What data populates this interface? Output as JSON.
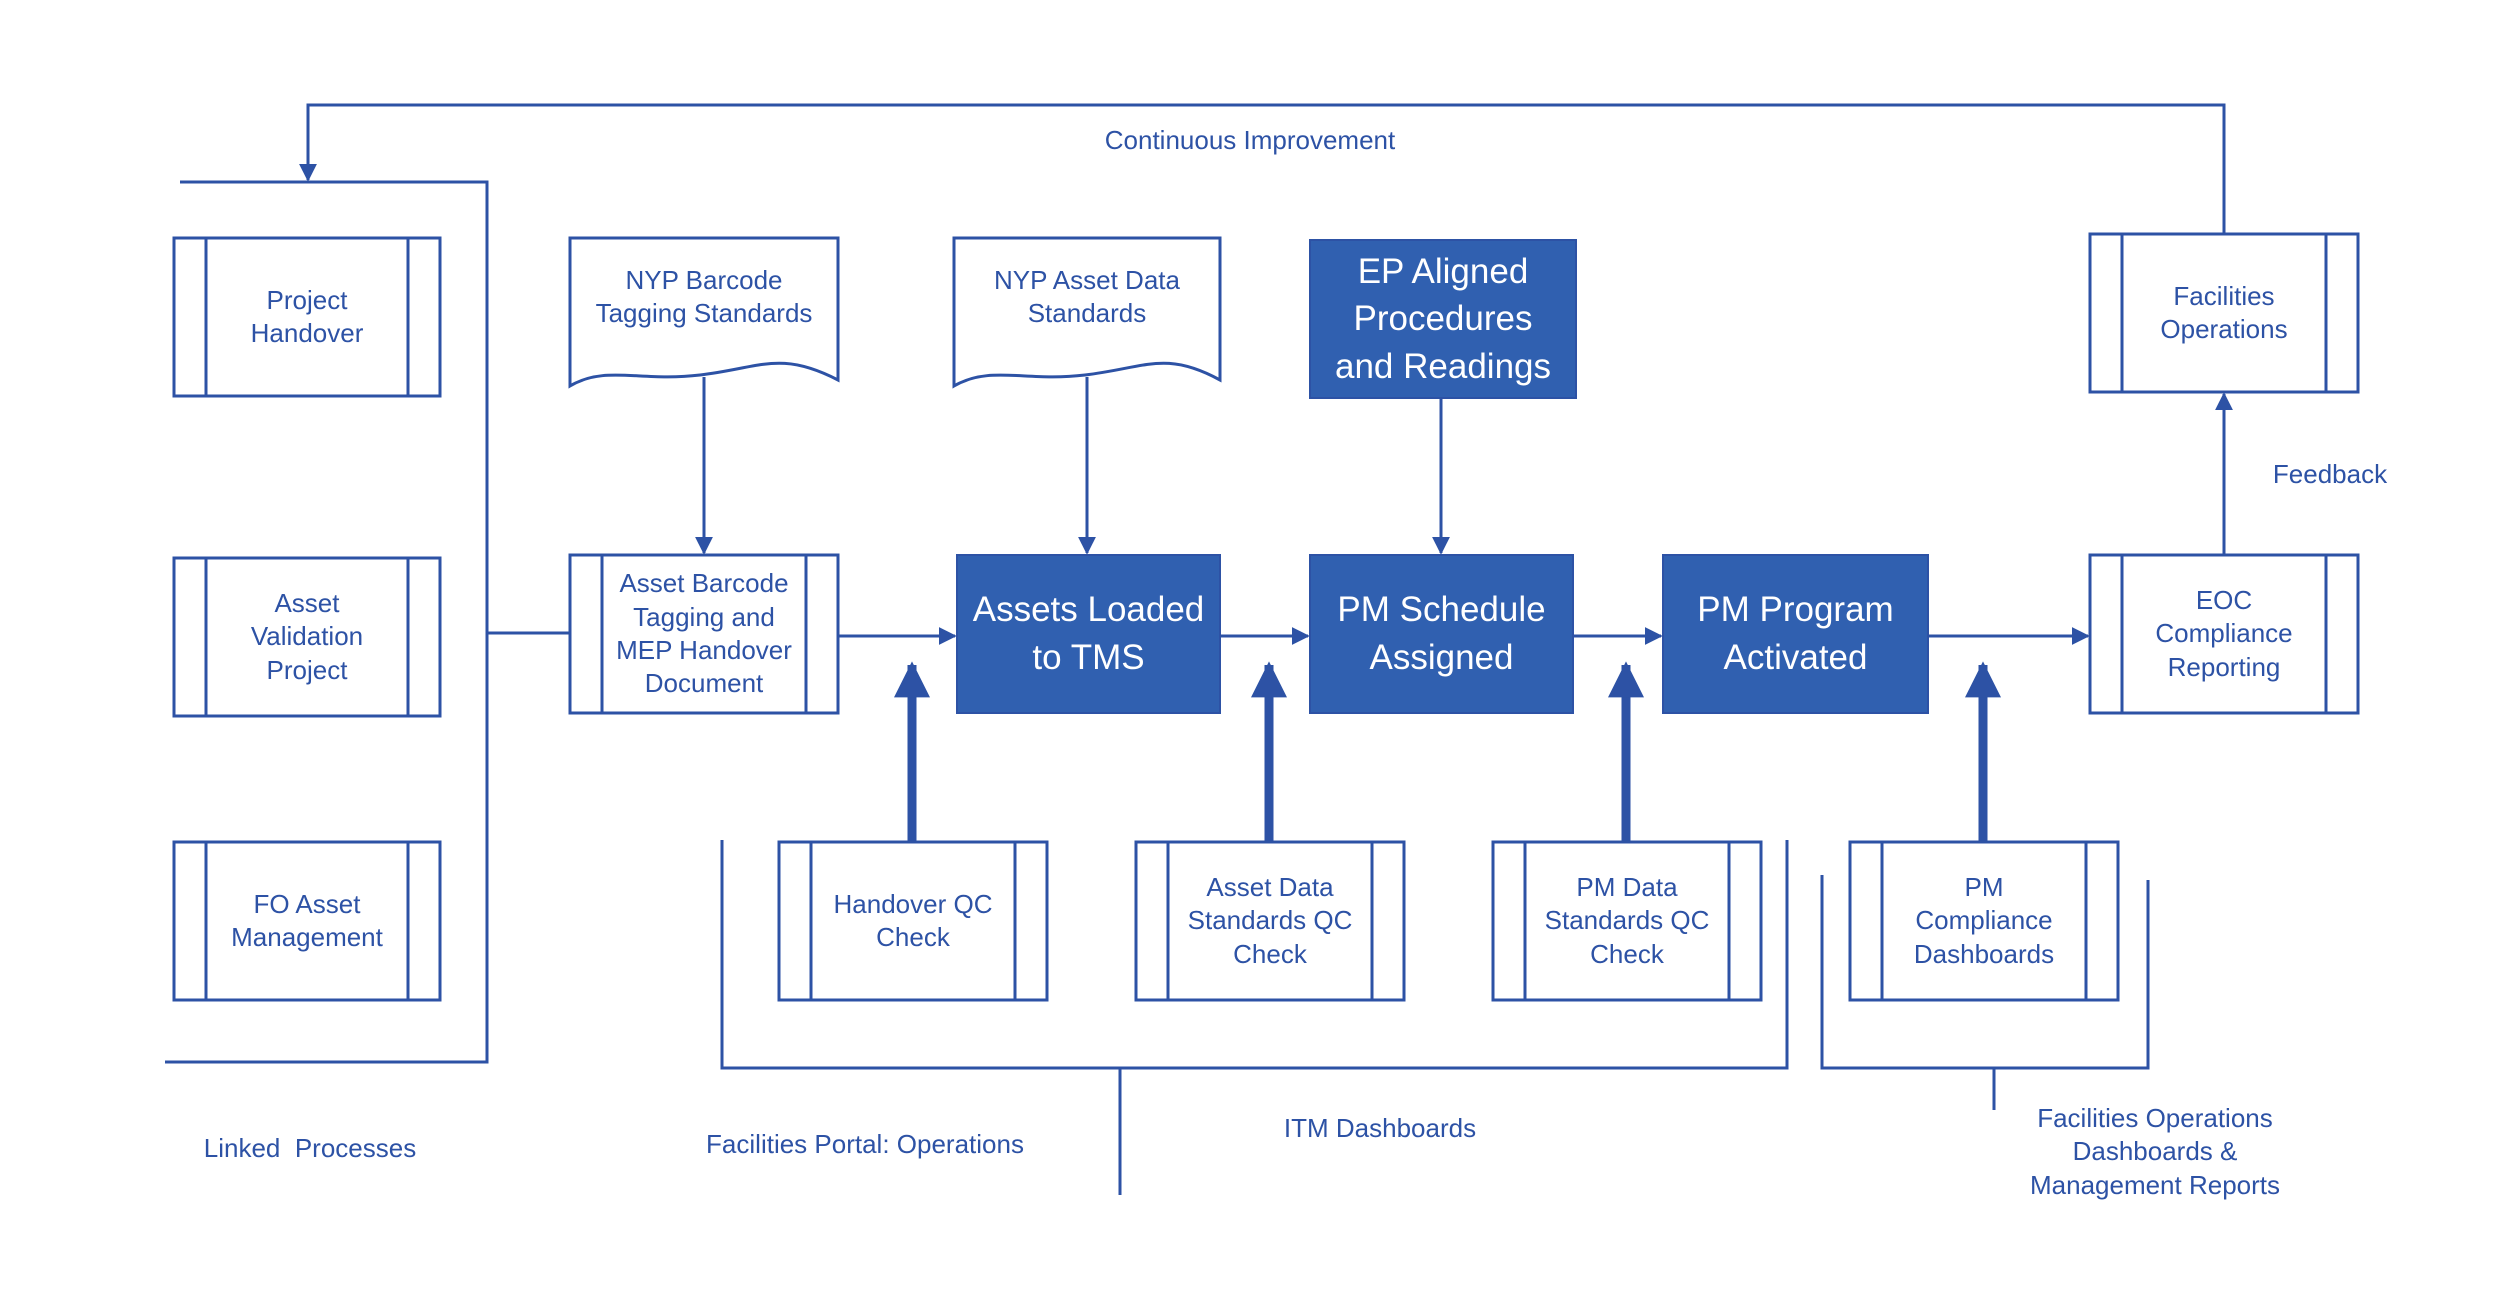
{
  "colors": {
    "stroke": "#2d52a5",
    "fill": "#3060b0",
    "text": "#2d52a5",
    "text_on_fill": "#ffffff"
  },
  "linked": {
    "project_handover": "Project\nHandover",
    "asset_validation": "Asset\nValidation\nProject",
    "fo_asset_mgmt": "FO Asset\nManagement",
    "label": "Linked  Processes"
  },
  "documents": {
    "barcode_standards": "NYP Barcode\nTagging Standards",
    "asset_data_standards": "NYP Asset Data\nStandards"
  },
  "ep_procedures": "EP Aligned\nProcedures\nand Readings",
  "flow": {
    "barcode_handover": "Asset Barcode\nTagging and\nMEP Handover\nDocument",
    "assets_loaded": "Assets Loaded\nto TMS",
    "pm_schedule": "PM Schedule\nAssigned",
    "pm_program": "PM Program\nActivated",
    "eoc": "EOC\nCompliance\nReporting",
    "facilities_ops": "Facilities\nOperations"
  },
  "qc": {
    "handover_qc": "Handover QC\nCheck",
    "asset_data_qc": "Asset Data\nStandards QC\nCheck",
    "pm_data_qc": "PM Data\nStandards QC\nCheck",
    "pm_dashboards": "PM\nCompliance\nDashboards"
  },
  "labels": {
    "continuous_improvement": "Continuous Improvement",
    "feedback": "Feedback",
    "facilities_portal": "Facilities Portal: Operations",
    "itm_dashboards": "ITM Dashboards",
    "fo_dashboards": "Facilities Operations\nDashboards &\nManagement Reports"
  }
}
